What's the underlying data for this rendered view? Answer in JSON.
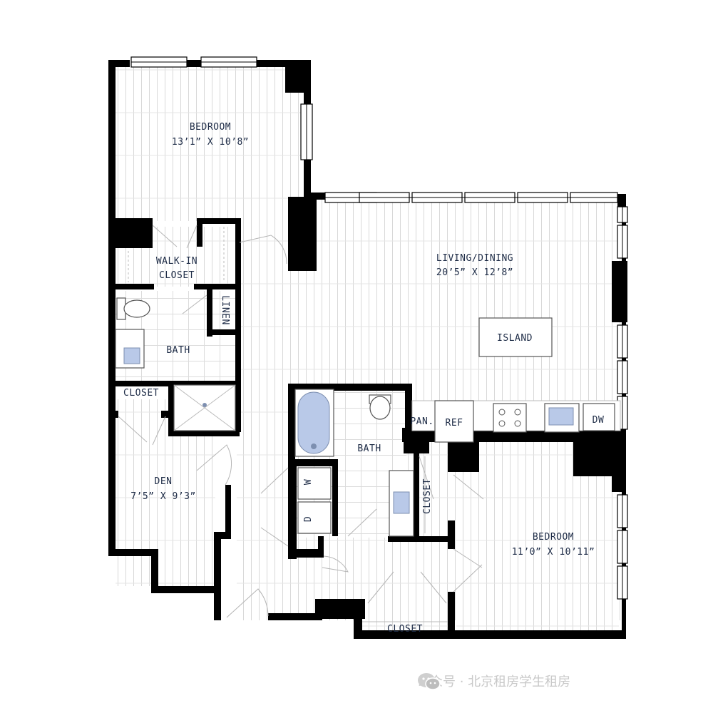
{
  "rooms": {
    "bedroom_1": {
      "name": "BEDROOM",
      "dims": "13’1” X 10’8”"
    },
    "walk_in_closet": {
      "line1": "WALK-IN",
      "line2": "CLOSET"
    },
    "linen": "LINEN",
    "bath_1": "BATH",
    "closet_den": "CLOSET",
    "den": {
      "name": "DEN",
      "dims": "7’5” X 9’3”"
    },
    "living_dining": {
      "name": "LIVING/DINING",
      "dims": "20’5” X 12’8”"
    },
    "island": "ISLAND",
    "pantry": "PAN.",
    "refrigerator": "REF",
    "dishwasher": "DW",
    "bath_2": "BATH",
    "washer": "W",
    "dryer": "D",
    "closet_bedroom2": "CLOSET",
    "bedroom_2": {
      "name": "BEDROOM",
      "dims": "11’0” X 10’11”"
    },
    "closet_hall": "CLOSET"
  },
  "watermark": {
    "text": "公众号 · 北京租房学生租房"
  },
  "icons": [
    "wechat-icon"
  ]
}
